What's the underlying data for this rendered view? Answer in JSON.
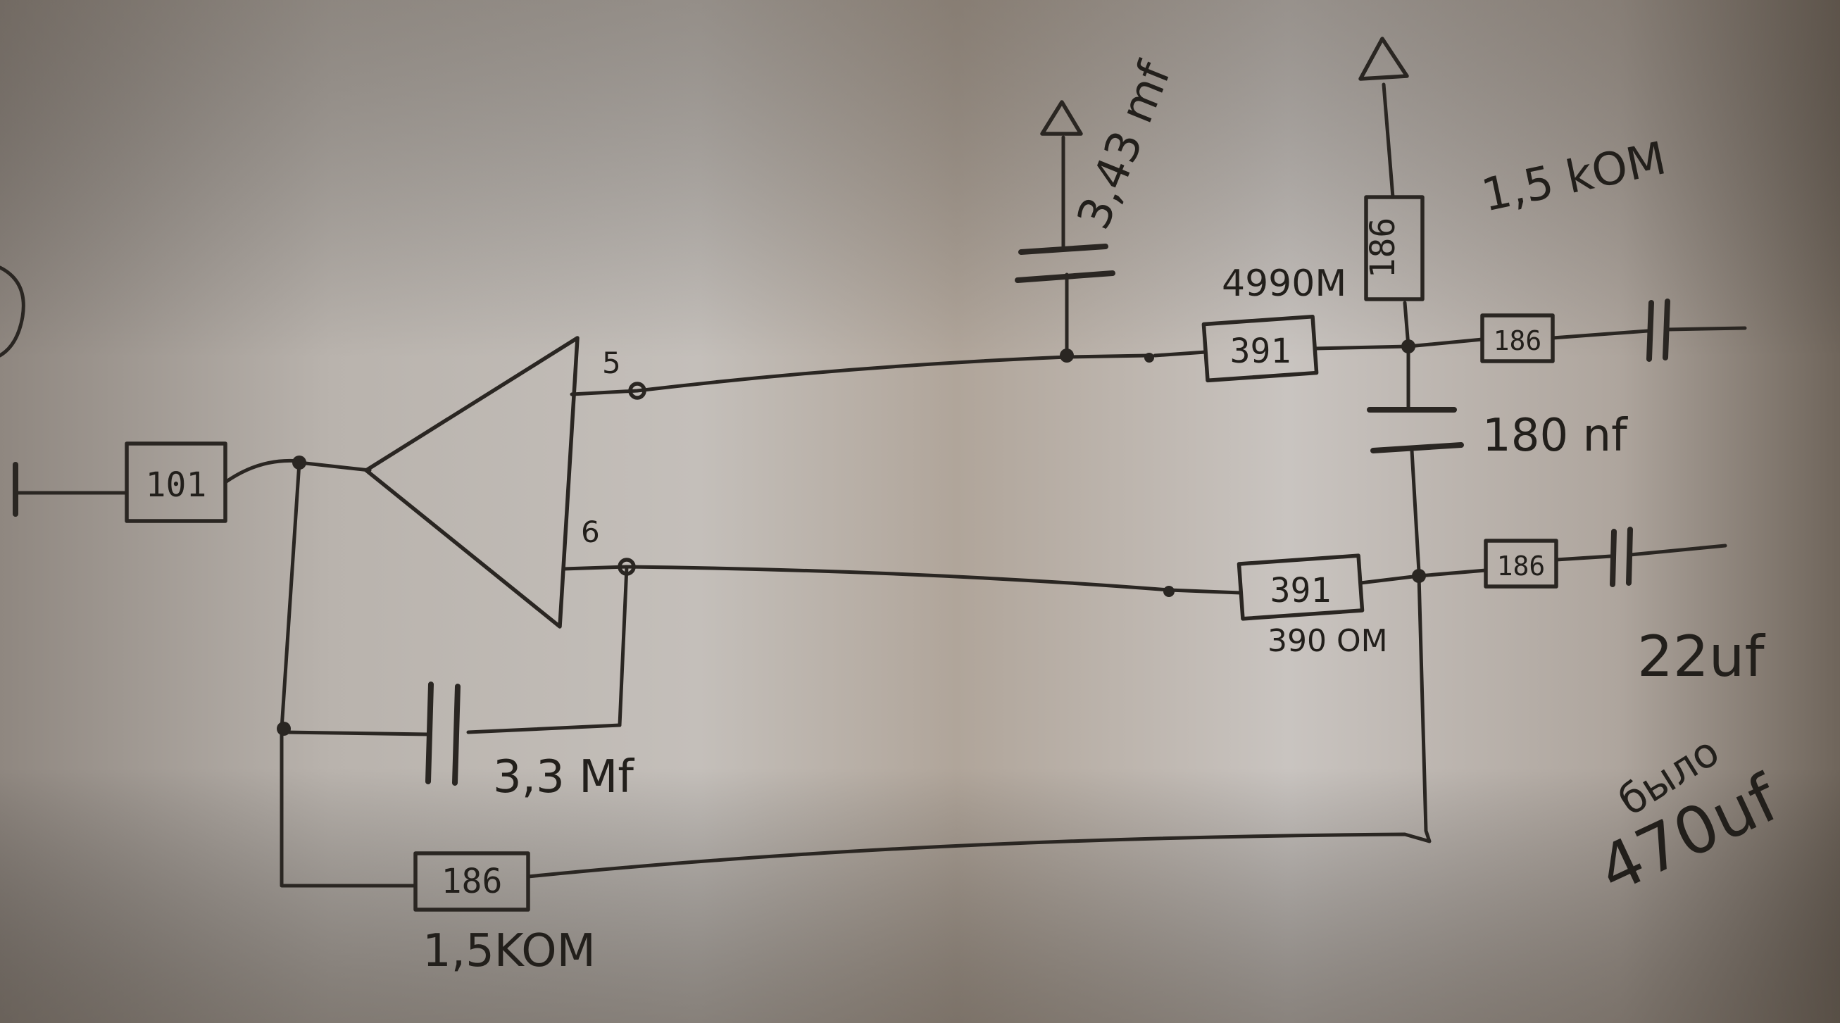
{
  "diagram": {
    "resistors": {
      "r_input": {
        "code": "101"
      },
      "r_top_main": {
        "code": "391",
        "value": "4990M"
      },
      "r_vertical": {
        "code": "186",
        "value": "1,5 kOM"
      },
      "r_top_out": {
        "code": "186"
      },
      "r_bottom_main": {
        "code": "391",
        "value": "390 OM"
      },
      "r_bottom_out": {
        "code": "186"
      },
      "r_feedback": {
        "code": "186",
        "value": "1,5KOM"
      }
    },
    "capacitors": {
      "c_decouple": {
        "value": "3,43 mf"
      },
      "c_middle": {
        "value": "180 nf"
      },
      "c_feedback": {
        "value": "3,3 Mf"
      },
      "c_bottom_out": {
        "value": "22uf"
      }
    },
    "amplifier_pins": {
      "pin_top": "5",
      "pin_bottom": "6"
    },
    "notes": {
      "was_label": "было",
      "was_value": "470uf"
    },
    "colors": {
      "paper": "#b7b1ab",
      "ink": "#2a2622",
      "shadow": "#5e554c"
    }
  }
}
